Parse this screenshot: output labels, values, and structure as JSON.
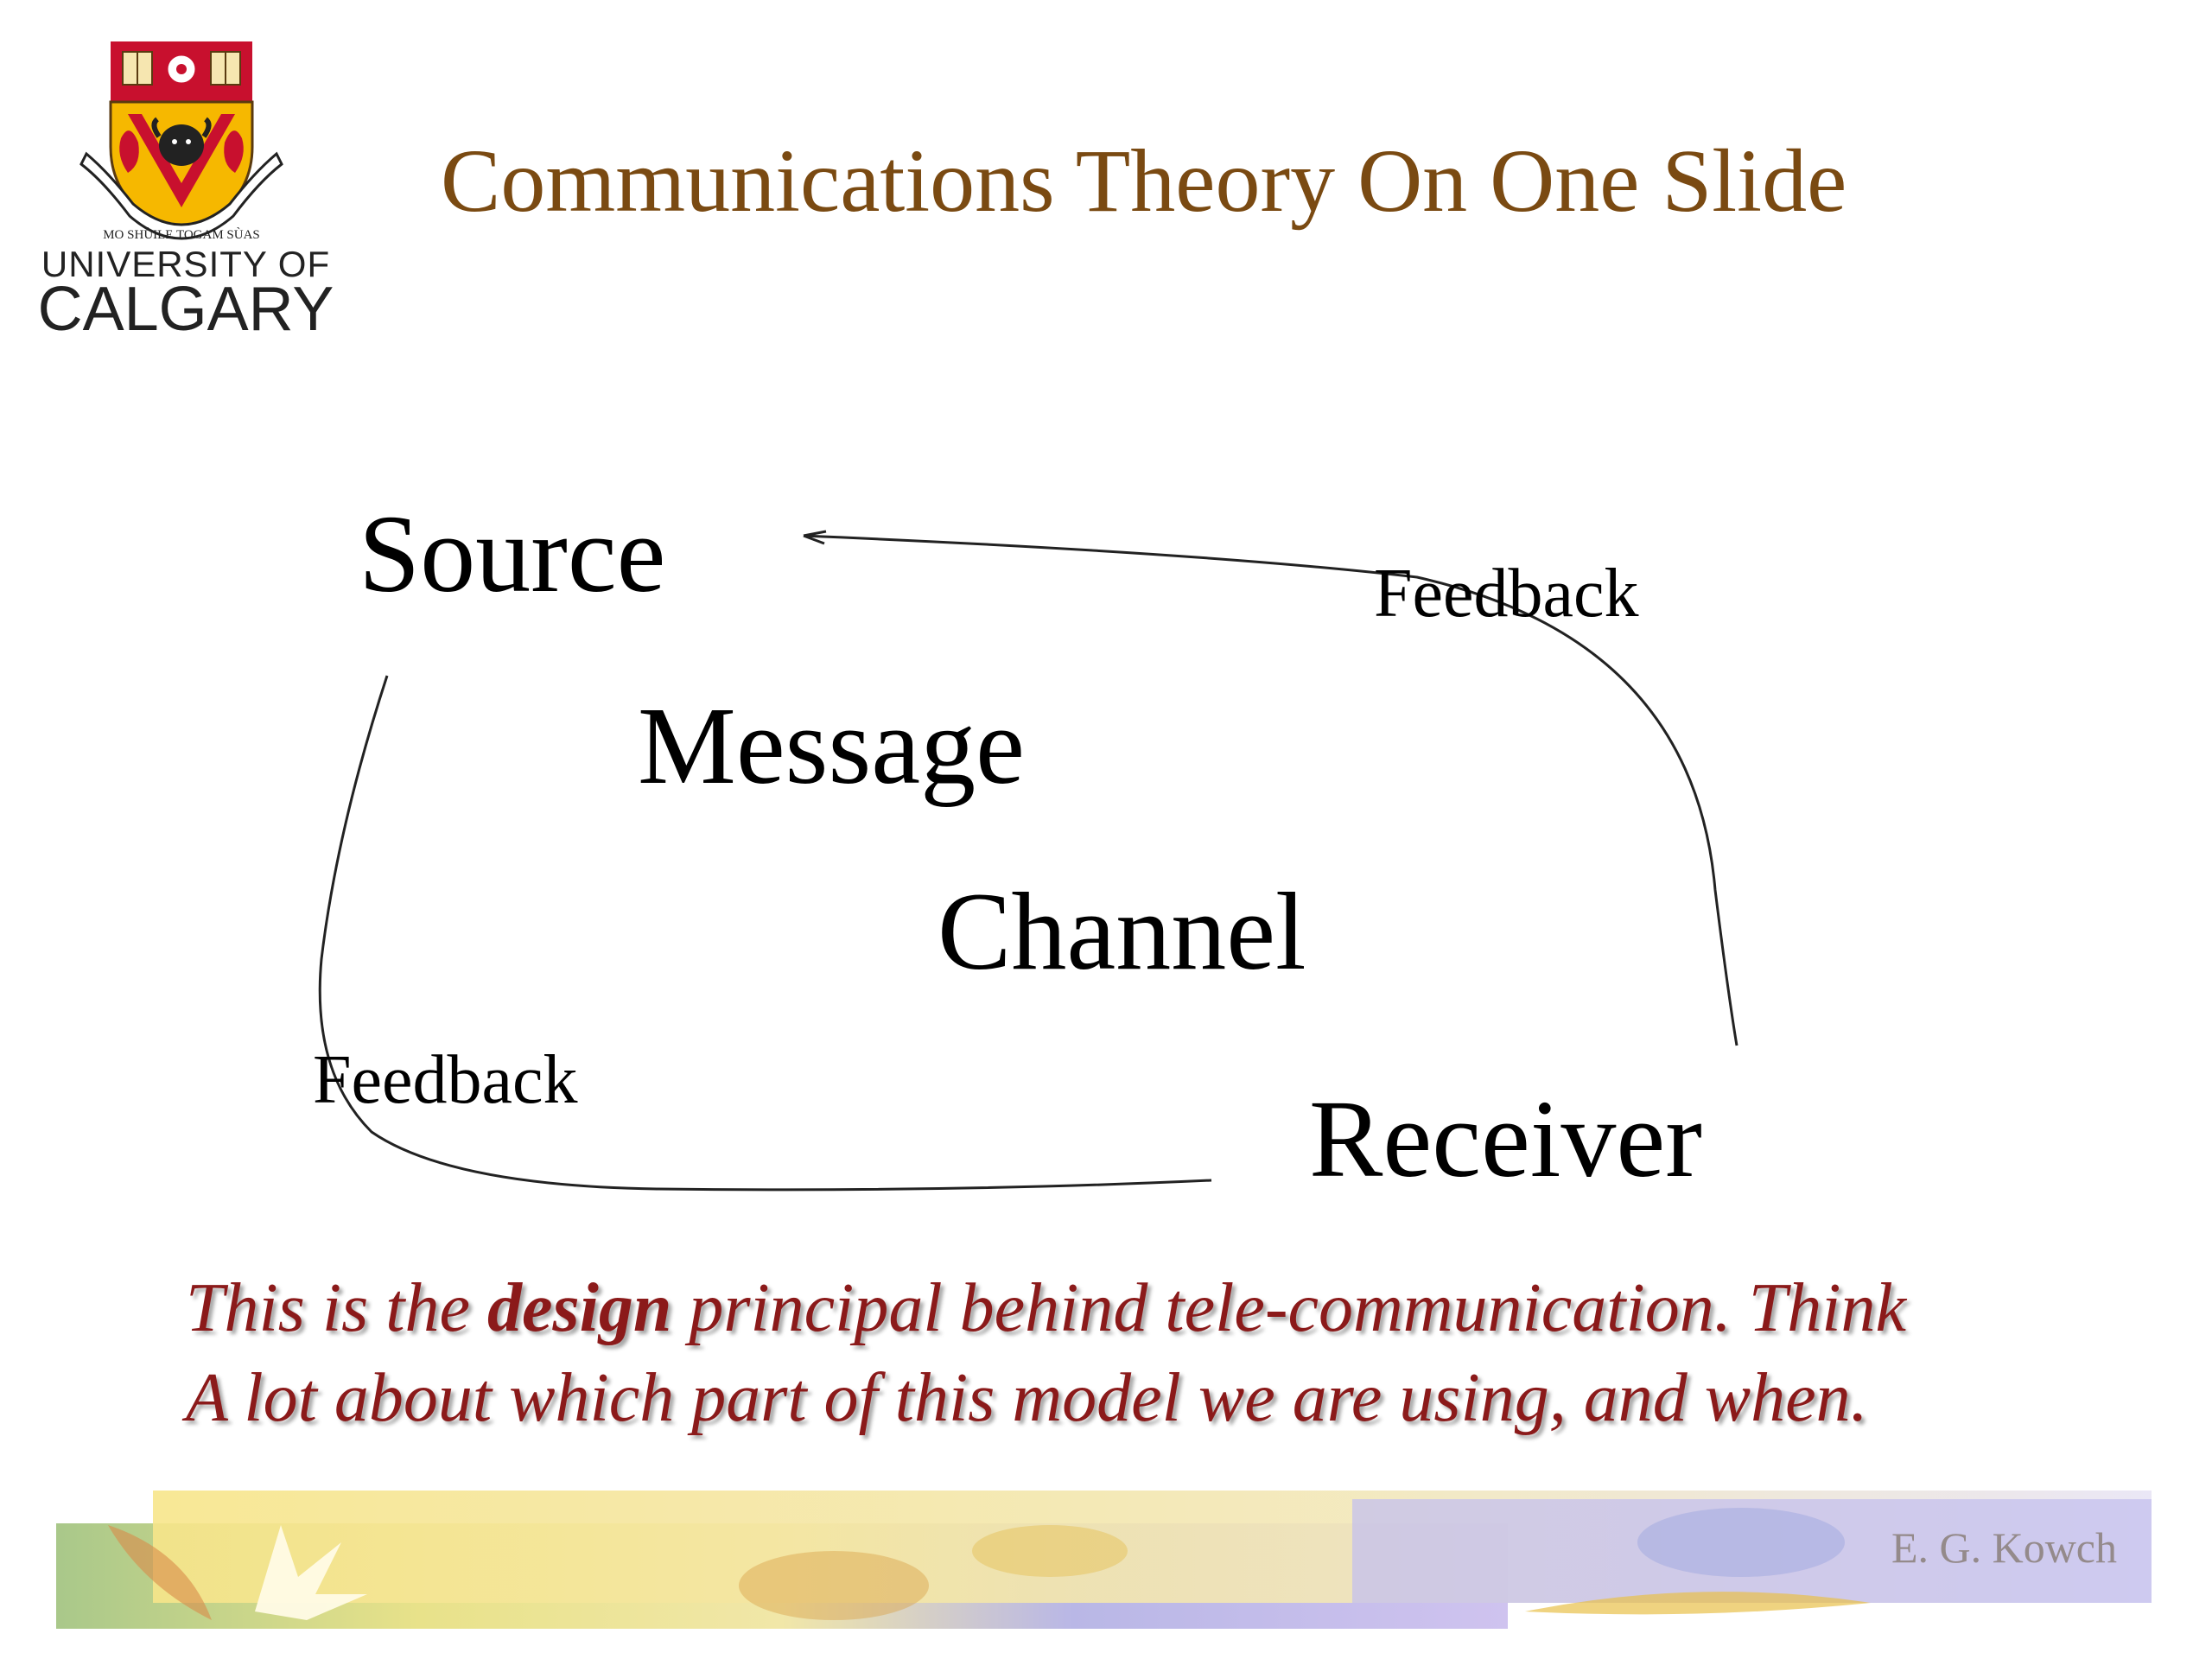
{
  "logo": {
    "line1": "UNIVERSITY OF",
    "line2": "CALGARY",
    "motto": "MO SHÙILE TOGAM SÙAS"
  },
  "title": "Communications Theory On One Slide",
  "diagram": {
    "source": "Source",
    "message": "Message",
    "channel": "Channel",
    "receiver": "Receiver",
    "feedback_top": "Feedback",
    "feedback_left": "Feedback"
  },
  "caption": {
    "line1_before": "This is the ",
    "line1_bold": "design",
    "line1_after": " principal behind tele-communication. Think",
    "line2": "A lot about which part of this model we are using, and when."
  },
  "footer": {
    "author": "E. G. Kowch"
  },
  "colors": {
    "title": "#7a4a12",
    "caption": "#8b1a1a",
    "crest_red": "#c8102e",
    "crest_gold": "#f6b800"
  }
}
